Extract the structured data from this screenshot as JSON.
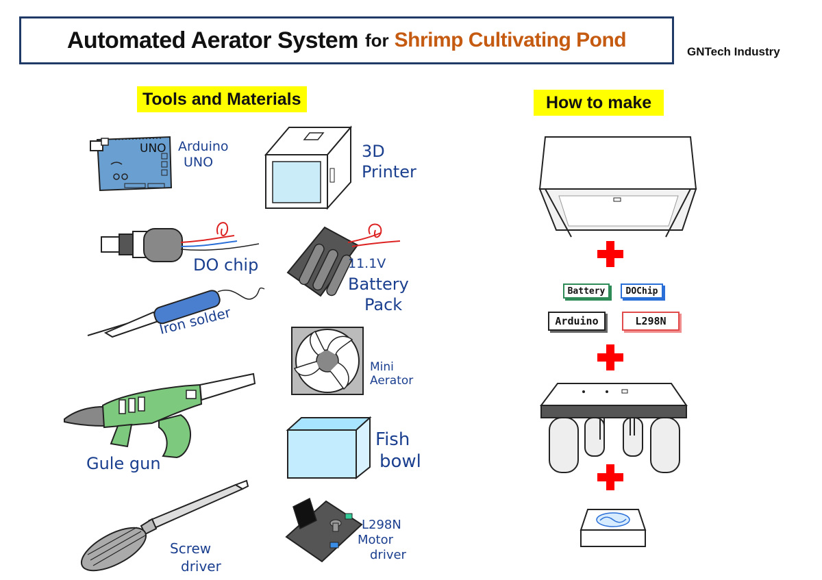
{
  "header": {
    "title_main": "Automated Aerator System",
    "title_for": "for",
    "title_sub": "Shrimp Cultivating Pond",
    "company": "GNTech Industry"
  },
  "tools_section": {
    "heading": "Tools and Materials",
    "items": {
      "arduino": [
        "Arduino",
        "UNO"
      ],
      "printer": [
        "3D",
        "Printer"
      ],
      "dochip": "DO chip",
      "battery": [
        "11.1V",
        "Battery",
        "Pack"
      ],
      "iron": "Iron solder",
      "aerator": [
        "Mini",
        "Aerator"
      ],
      "glue_gun": "Gule gun",
      "fishbowl": [
        "Fish",
        "bowl"
      ],
      "screwdriver": [
        "Screw",
        "driver"
      ],
      "motor_driver": [
        "L298N",
        "Motor",
        "driver"
      ]
    },
    "board_label": "UNO"
  },
  "howto_section": {
    "heading": "How to make",
    "plus_symbol": "+",
    "tags": {
      "battery": "Battery",
      "dochip": "DOChip",
      "arduino": "Arduino",
      "l298n": "L298N"
    }
  },
  "colors": {
    "title_border": "#1f3a66",
    "title_accent": "#c55a11",
    "highlight": "#ffff00",
    "handwriting": "#1b3f8f",
    "plus_red": "#ff0000",
    "board_blue": "#6a9fd1",
    "glue_green": "#7dc97d"
  }
}
